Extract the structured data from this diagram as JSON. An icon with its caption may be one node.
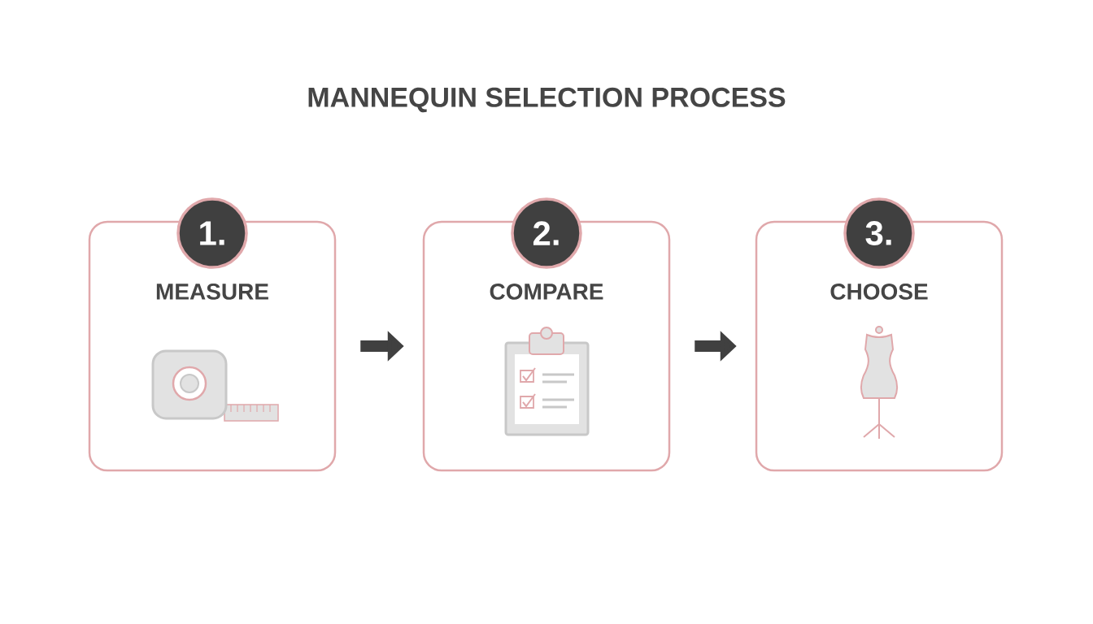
{
  "diagram": {
    "title": "MANNEQUIN SELECTION PROCESS",
    "nodes": [
      {
        "text": [
          "MEASURE"
        ]
      },
      {
        "text": [
          "1."
        ]
      },
      {
        "text": [
          "COMPARE"
        ]
      },
      {
        "text": [
          "2."
        ]
      },
      {
        "text": [
          "CHOOSE"
        ]
      },
      {
        "text": [
          "3."
        ]
      }
    ],
    "edges": [
      {
        "from": 0,
        "to": 2,
        "arrow": "to"
      },
      {
        "from": 2,
        "to": 4,
        "arrow": "to"
      }
    ]
  }
}
